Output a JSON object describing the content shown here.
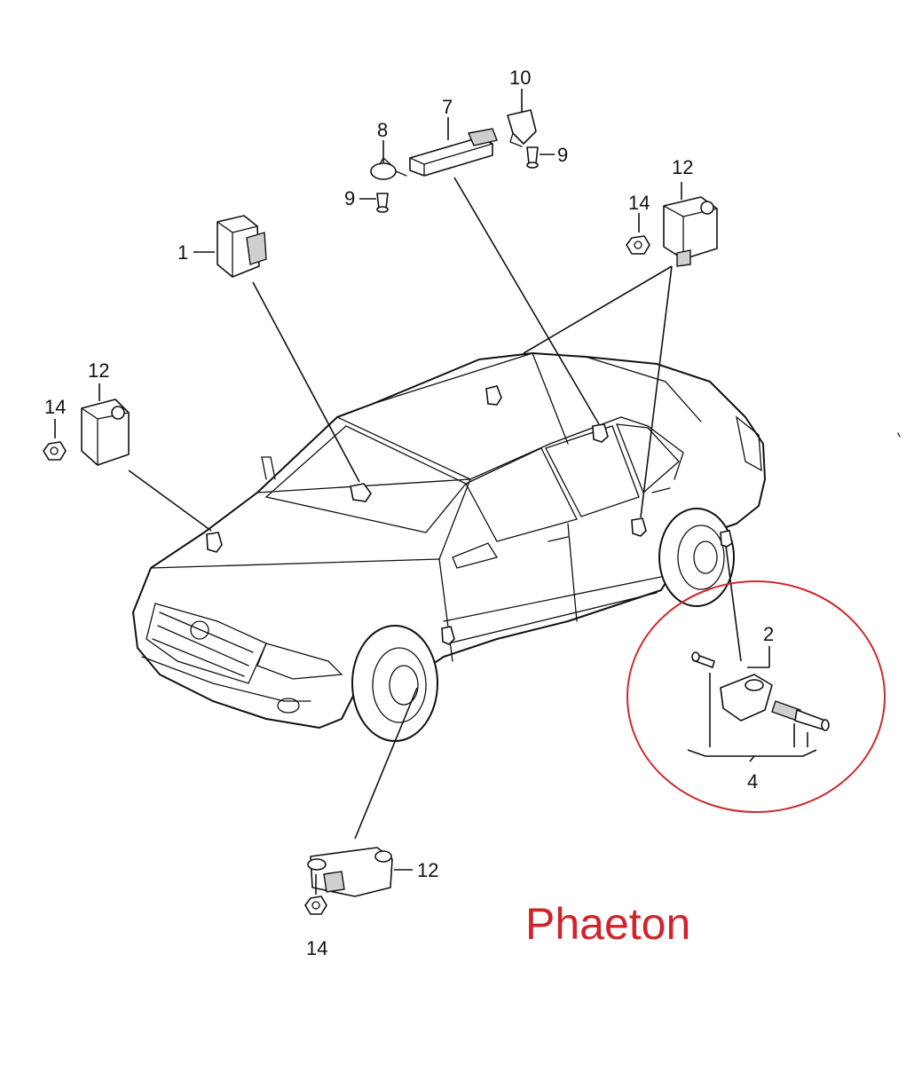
{
  "model_label": "Phaeton",
  "callouts": {
    "c1": "1",
    "c2": "2",
    "c4": "4",
    "c7": "7",
    "c8": "8",
    "c9a": "9",
    "c9b": "9",
    "c10": "10",
    "c12_topright": "12",
    "c14_topright": "14",
    "c12_left": "12",
    "c14_left": "14",
    "c12_bottom": "12",
    "c14_bottom": "14"
  },
  "colors": {
    "highlight_circle": "#cc2a2e",
    "model_label": "#d0242b",
    "line_art": "#111111"
  }
}
